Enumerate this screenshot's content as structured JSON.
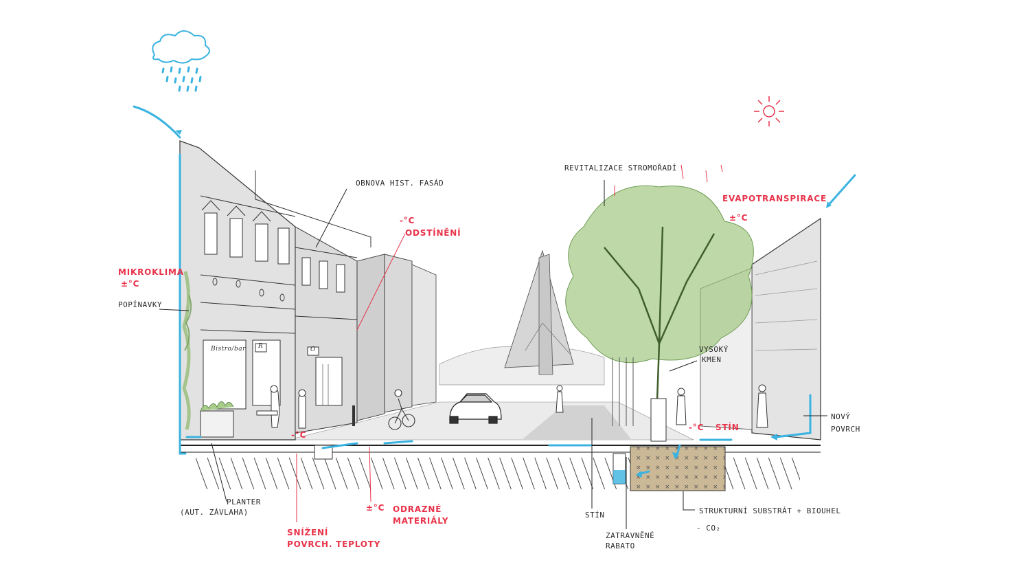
{
  "labels": {
    "obnova": "OBNOVA HIST. FASÁD",
    "minus_c_top": "-°C",
    "odstineni": "ODSTÍNĚNÍ",
    "mikroklima": "MIKROKLIMA",
    "pm_c_left": "±°C",
    "popinavky": "POPÍNAVKY",
    "revitalizace": "REVITALIZACE STROMOŘADÍ",
    "evapotranspirace": "EVAPOTRANSPIRACE",
    "pm_c_right": "±°C",
    "vysoky": "VYSOKÝ",
    "kmen": "KMEN",
    "minus_c_right": "-°C",
    "stin_red": "STÍN",
    "novy": "NOVÝ",
    "povrch": "POVRCH",
    "minus_c_street": "-°C",
    "planter": "PLANTER",
    "aut_zavlaha": "(AUT. ZÁVLAHA)",
    "pm_c_bottom": "±°C",
    "odrazne": "ODRAZNÉ",
    "materialy": "MATERIÁLY",
    "snizeni": "SNÍŽENÍ",
    "povrch_teploty": "POVRCH. TEPLOTY",
    "stin_black": "STÍN",
    "zatravnene": "ZATRAVNĚNÉ",
    "rabato": "RABATO",
    "strukturni": "STRUKTURNÍ SUBSTRÁT + BIOUHEL",
    "co2": "- CO₂"
  },
  "signs": {
    "bistro": "Bistro/bar",
    "r": "R",
    "o": "O"
  },
  "colors": {
    "annotation_red": "#e8334a",
    "water_blue": "#3bb3e0",
    "foliage_green": "#9cc37a",
    "ink": "#2a2a2a",
    "facade_grey": "#dedede",
    "soil": "#cbb896"
  },
  "icons": {
    "rain": "cloud-rain-icon",
    "sun": "sun-icon"
  }
}
